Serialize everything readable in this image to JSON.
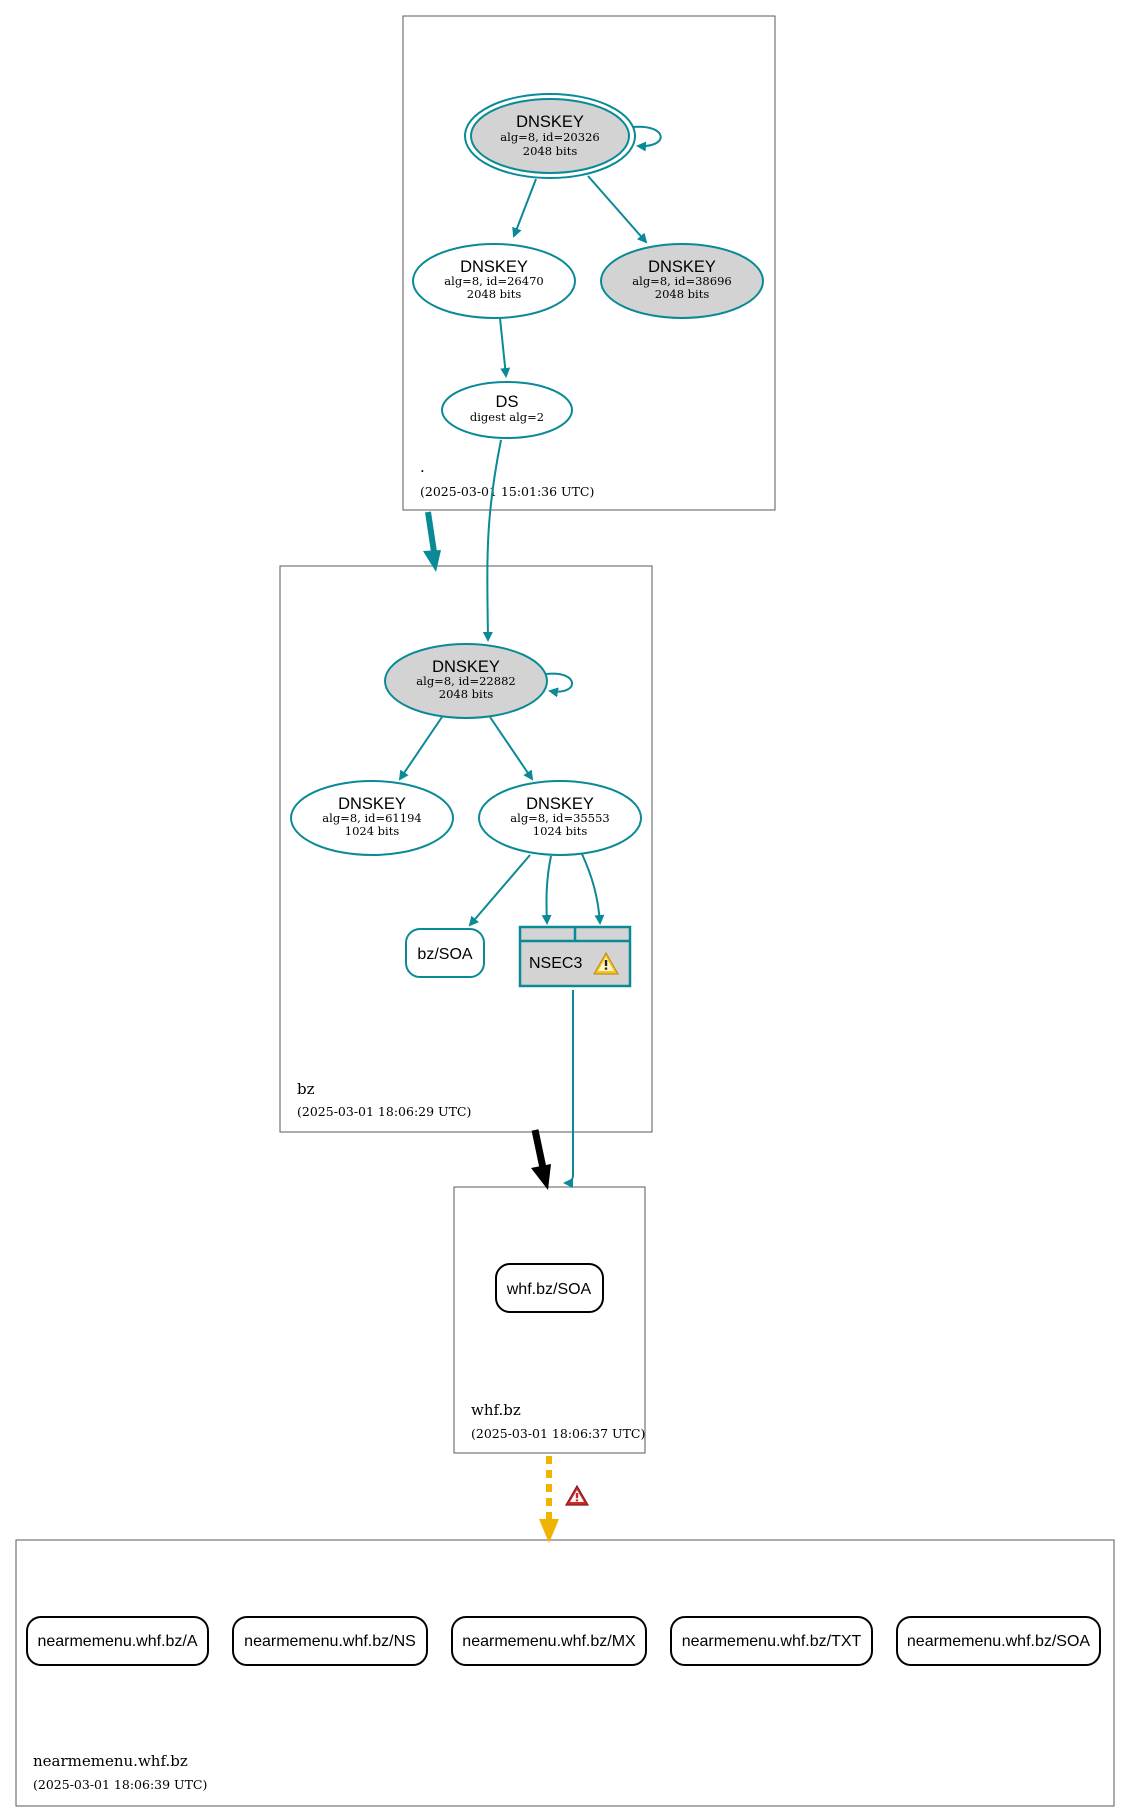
{
  "colors": {
    "secure": "#0a8a96",
    "black": "#000000",
    "warning_edge": "#f0b400",
    "error_icon": "#cc2a2a",
    "ksk_fill": "#d3d3d3"
  },
  "zones": {
    "root": {
      "label": ".",
      "timestamp": "(2025-03-01 15:01:36 UTC)"
    },
    "bz": {
      "label": "bz",
      "timestamp": "(2025-03-01 18:06:29 UTC)"
    },
    "whf": {
      "label": "whf.bz",
      "timestamp": "(2025-03-01 18:06:37 UTC)"
    },
    "nearmemenu": {
      "label": "nearmemenu.whf.bz",
      "timestamp": "(2025-03-01 18:06:39 UTC)"
    }
  },
  "nodes": {
    "root_ksk": {
      "title": "DNSKEY",
      "line1": "alg=8, id=20326",
      "line2": "2048 bits"
    },
    "root_zsk1": {
      "title": "DNSKEY",
      "line1": "alg=8, id=26470",
      "line2": "2048 bits"
    },
    "root_zsk2": {
      "title": "DNSKEY",
      "line1": "alg=8, id=38696",
      "line2": "2048 bits"
    },
    "root_ds": {
      "title": "DS",
      "line1": "digest alg=2"
    },
    "bz_ksk": {
      "title": "DNSKEY",
      "line1": "alg=8, id=22882",
      "line2": "2048 bits"
    },
    "bz_zsk1": {
      "title": "DNSKEY",
      "line1": "alg=8, id=61194",
      "line2": "1024 bits"
    },
    "bz_zsk2": {
      "title": "DNSKEY",
      "line1": "alg=8, id=35553",
      "line2": "1024 bits"
    },
    "bz_soa": {
      "label": "bz/SOA"
    },
    "bz_nsec3": {
      "label": "NSEC3"
    },
    "whf_soa": {
      "label": "whf.bz/SOA"
    }
  },
  "records": [
    {
      "label": "nearmemenu.whf.bz/A"
    },
    {
      "label": "nearmemenu.whf.bz/NS"
    },
    {
      "label": "nearmemenu.whf.bz/MX"
    },
    {
      "label": "nearmemenu.whf.bz/TXT"
    },
    {
      "label": "nearmemenu.whf.bz/SOA"
    }
  ],
  "icons": {
    "nsec3_warning": "warning-icon",
    "delegation_error": "error-icon"
  }
}
